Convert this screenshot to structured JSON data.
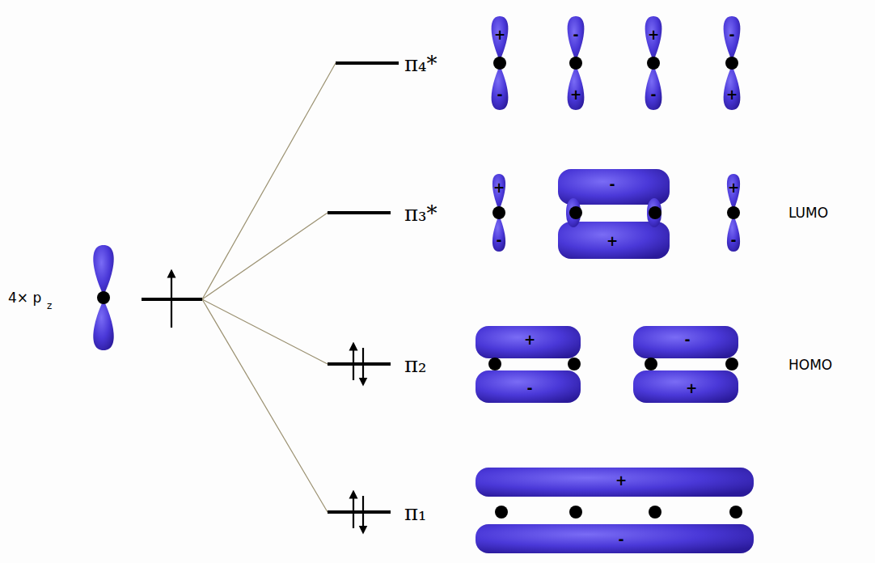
{
  "diagram": {
    "labels": [
      "4× p",
      "z",
      "π₄*",
      "π₃*",
      "π₂",
      "π₁",
      "LUMO",
      "HOMO",
      "+",
      "-",
      "-",
      "+",
      "+",
      "-",
      "-",
      "+",
      "+",
      "-",
      "-",
      "+",
      "+",
      "-",
      "+",
      "-",
      "-",
      "+",
      "+",
      "-"
    ]
  }
}
